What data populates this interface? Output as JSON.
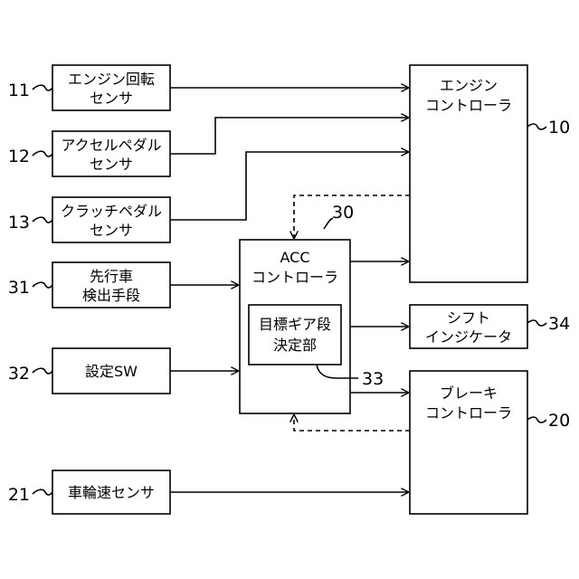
{
  "blocks": {
    "engine_speed_sensor": [
      "エンジン回転",
      "センサ"
    ],
    "accel_pedal_sensor": [
      "アクセルペダル",
      "センサ"
    ],
    "clutch_pedal_sensor": [
      "クラッチペダル",
      "センサ"
    ],
    "preceding_vehicle_detector": [
      "先行車",
      "検出手段"
    ],
    "setting_sw": [
      "設定SW"
    ],
    "wheel_speed_sensor": [
      "車輪速センサ"
    ],
    "acc_controller": [
      "ACC",
      "コントローラ"
    ],
    "target_gear_decider": [
      "目標ギア段",
      "決定部"
    ],
    "engine_controller": [
      "エンジン",
      "コントローラ"
    ],
    "shift_indicator": [
      "シフト",
      "インジケータ"
    ],
    "brake_controller": [
      "ブレーキ",
      "コントローラ"
    ]
  },
  "refs": {
    "engine_speed_sensor": "11",
    "accel_pedal_sensor": "12",
    "clutch_pedal_sensor": "13",
    "preceding_vehicle_detector": "31",
    "setting_sw": "32",
    "wheel_speed_sensor": "21",
    "acc_controller": "30",
    "target_gear_decider": "33",
    "engine_controller": "10",
    "shift_indicator": "34",
    "brake_controller": "20"
  }
}
